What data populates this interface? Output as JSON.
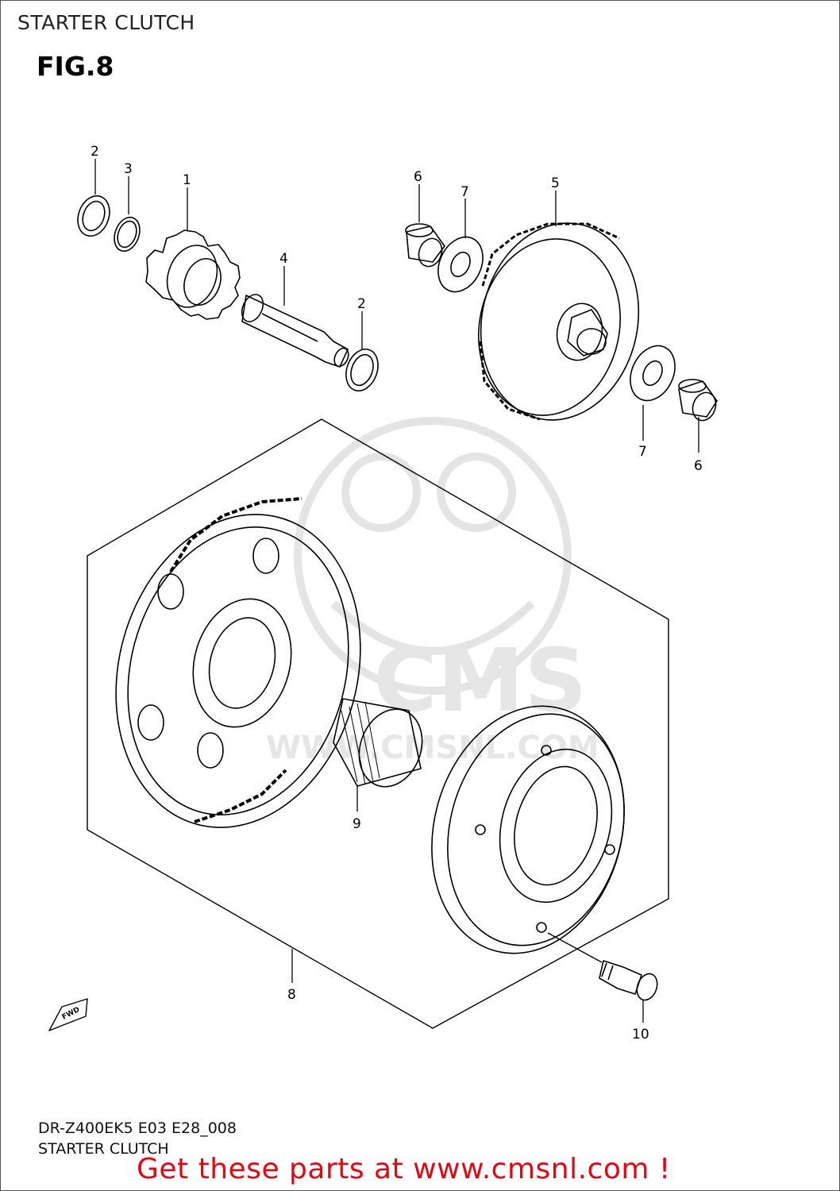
{
  "header": {
    "title": "STARTER CLUTCH"
  },
  "figure": {
    "label": "FIG.8"
  },
  "callouts": [
    {
      "id": "c2a",
      "text": "2"
    },
    {
      "id": "c3",
      "text": "3"
    },
    {
      "id": "c1",
      "text": "1"
    },
    {
      "id": "c4",
      "text": "4"
    },
    {
      "id": "c2b",
      "text": "2"
    },
    {
      "id": "c6a",
      "text": "6"
    },
    {
      "id": "c7a",
      "text": "7"
    },
    {
      "id": "c5",
      "text": "5"
    },
    {
      "id": "c7b",
      "text": "7"
    },
    {
      "id": "c6b",
      "text": "6"
    },
    {
      "id": "c9",
      "text": "9"
    },
    {
      "id": "c8",
      "text": "8"
    },
    {
      "id": "c10",
      "text": "10"
    }
  ],
  "fwd_arrow": {
    "label": "FWD"
  },
  "watermark": {
    "brand": "CMS",
    "site": "WWW.CMSNL.COM"
  },
  "footer": {
    "code": "DR-Z400EK5 E03 E28_008",
    "name": "STARTER CLUTCH",
    "cta": "Get these parts at www.cmsnl.com !"
  },
  "colors": {
    "cta": "#e30613",
    "line": "#000000",
    "watermark": "#dcdcdc"
  }
}
